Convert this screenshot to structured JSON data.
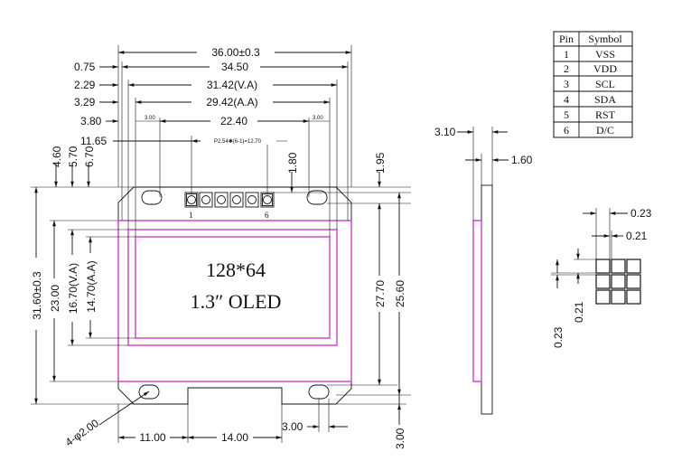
{
  "display": {
    "line1": "128*64",
    "line2": "1.3″ OLED"
  },
  "top_dims": {
    "d1": "36.00±0.3",
    "d2": "34.50",
    "d3": "31.42(V.A)",
    "d4": "29.42(A.A)",
    "d5": "22.40",
    "d5a": "3.00",
    "d5b": "3.00",
    "d6": "P2.54✱(6-1)=12.70"
  },
  "left_dims": {
    "l1": "0.75",
    "l2": "2.29",
    "l3": "3.29",
    "l4": "3.80",
    "l5": "11.65"
  },
  "vert_dims": {
    "v460": "4.60",
    "v570": "5.70",
    "v670": "6.70",
    "v180": "1.80",
    "v195": "1.95",
    "v3160": "31.60±0.3",
    "v2300": "23.00",
    "v1670": "16.70(V.A)",
    "v1470": "14.70(A.A)",
    "v2770": "27.70",
    "v2560": "25.60",
    "v300": "3.00"
  },
  "bottom_dims": {
    "hole": "4-φ2.00",
    "b1100": "11.00",
    "b1400": "14.00",
    "b300": "3.00"
  },
  "pins": {
    "first": "1",
    "last": "6"
  },
  "side_dims": {
    "s310": "3.10",
    "s160": "1.60"
  },
  "pixel_dims": {
    "p023a": "0.23",
    "p021a": "0.21",
    "p021b": "0.21",
    "p023b": "0.23"
  },
  "pin_table": {
    "headers": [
      "Pin",
      "Symbol"
    ],
    "rows": [
      [
        "1",
        "VSS"
      ],
      [
        "2",
        "VDD"
      ],
      [
        "3",
        "SCL"
      ],
      [
        "4",
        "SDA"
      ],
      [
        "5",
        "RST"
      ],
      [
        "6",
        "D/C"
      ]
    ]
  }
}
